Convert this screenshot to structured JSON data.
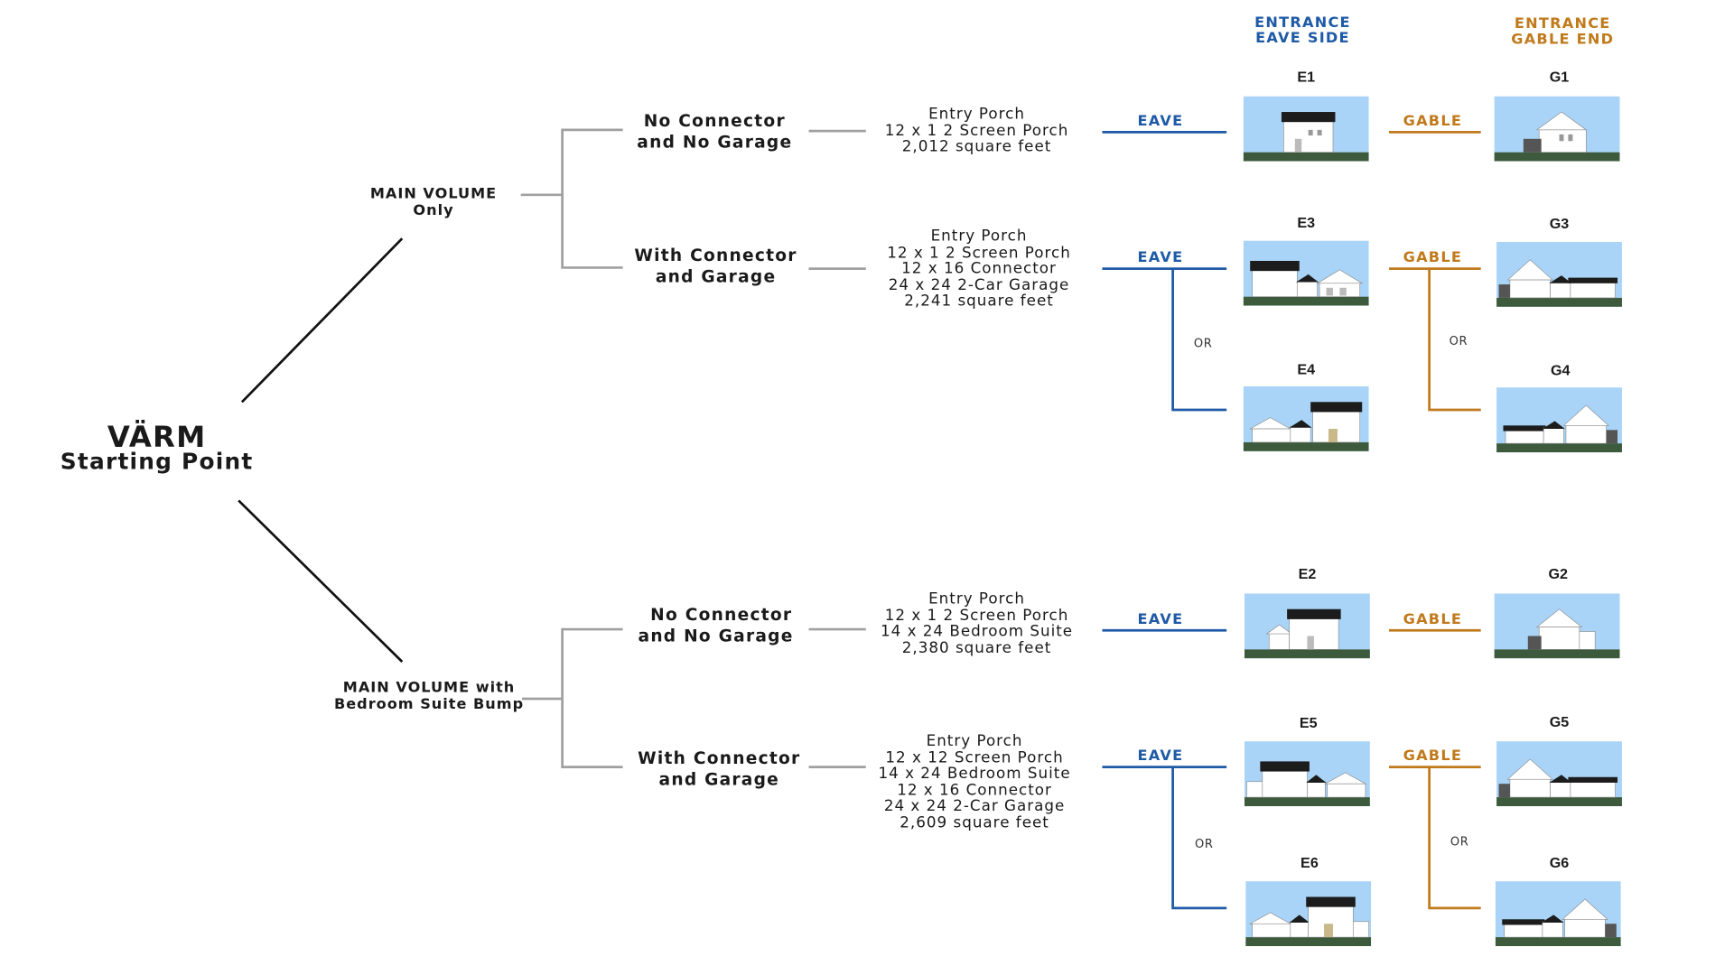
{
  "root": {
    "title": "VÄRM",
    "subtitle": "Starting Point"
  },
  "headers": {
    "eave": {
      "line1": "ENTRANCE",
      "line2": "EAVE SIDE"
    },
    "gable": {
      "line1": "ENTRANCE",
      "line2": "GABLE END"
    }
  },
  "branches": {
    "main_only": {
      "line1": "MAIN VOLUME",
      "line2": "Only"
    },
    "main_bump": {
      "line1": "MAIN VOLUME with",
      "line2": "Bedroom Suite Bump"
    }
  },
  "options": {
    "o1": {
      "line1": "No Connector",
      "line2": "and No Garage",
      "specs": [
        "Entry Porch",
        "12 x 1 2 Screen Porch",
        "2,012 square feet"
      ]
    },
    "o2": {
      "line1": "With Connector",
      "line2": "and Garage",
      "specs": [
        "Entry Porch",
        "12 x 1 2 Screen Porch",
        "12 x 16 Connector",
        "24 x 24 2-Car Garage",
        "2,241 square feet"
      ]
    },
    "o3": {
      "line1": "No Connector",
      "line2": "and No Garage",
      "specs": [
        "Entry Porch",
        "12 x 1 2 Screen Porch",
        "14 x 24 Bedroom Suite",
        "2,380 square feet"
      ]
    },
    "o4": {
      "line1": "With Connector",
      "line2": "and Garage",
      "specs": [
        "Entry Porch",
        "12 x 12  Screen Porch",
        "14 x 24 Bedroom Suite",
        "12 x 16 Connector",
        "24 x 24 2-Car Garage",
        "2,609 square feet"
      ]
    }
  },
  "labels": {
    "eave": "EAVE",
    "gable": "GABLE",
    "or": "OR"
  },
  "codes": {
    "E1": "E1",
    "E2": "E2",
    "E3": "E3",
    "E4": "E4",
    "E5": "E5",
    "E6": "E6",
    "G1": "G1",
    "G2": "G2",
    "G3": "G3",
    "G4": "G4",
    "G5": "G5",
    "G6": "G6"
  },
  "colors": {
    "eave": "#1f5aa6",
    "gable": "#c07a1c",
    "connector": "#a0a0a0",
    "root_line": "#111111",
    "sky": "#a9d4f7",
    "ground": "#3d5a3d",
    "roof": "#1c1c1c",
    "wall": "#ffffff"
  }
}
